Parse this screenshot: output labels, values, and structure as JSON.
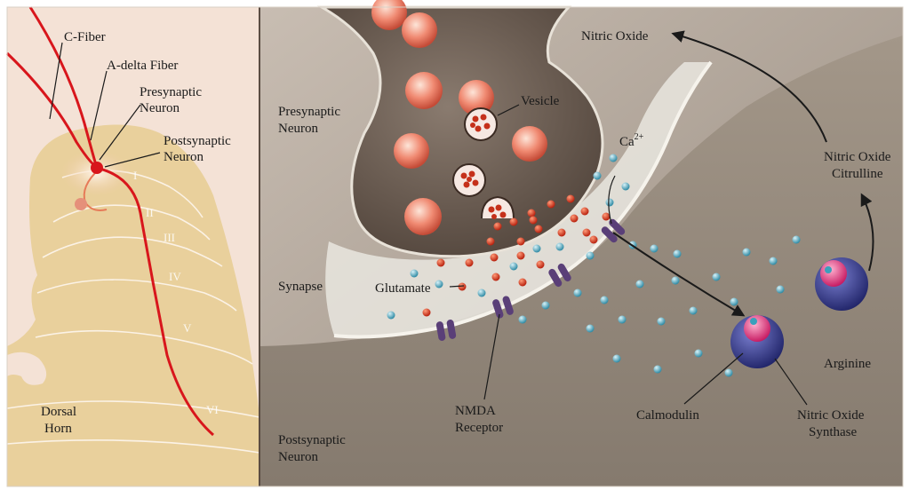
{
  "left_panel": {
    "c_fiber": "C-Fiber",
    "a_delta_fiber": "A-delta Fiber",
    "presynaptic_neuron_1": "Presynaptic",
    "presynaptic_neuron_2": "Neuron",
    "postsynaptic_neuron_1": "Postsynaptic",
    "postsynaptic_neuron_2": "Neuron",
    "laminae": [
      "I",
      "II",
      "III",
      "IV",
      "V",
      "VI"
    ],
    "dorsal_horn_1": "Dorsal",
    "dorsal_horn_2": "Horn"
  },
  "right_panel": {
    "presynaptic_neuron_1": "Presynaptic",
    "presynaptic_neuron_2": "Neuron",
    "vesicle": "Vesicle",
    "synapse": "Synapse",
    "glutamate": "Glutamate",
    "calcium_base": "Ca",
    "calcium_sup": "2+",
    "nitric_oxide": "Nitric Oxide",
    "no_citrulline_1": "Nitric Oxide",
    "no_citrulline_2": "Citrulline",
    "arginine": "Arginine",
    "nmda_1": "NMDA",
    "nmda_2": "Receptor",
    "calmodulin": "Calmodulin",
    "no_synthase_1": "Nitric Oxide",
    "no_synthase_2": "Synthase",
    "postsynaptic_neuron_1": "Postsynaptic",
    "postsynaptic_neuron_2": "Neuron"
  },
  "colors": {
    "left_bg": "#f4e2d6",
    "dorsal_horn": "#e9d09c",
    "fiber": "#d8161c",
    "right_bg": "#b2a69a",
    "presynaptic_terminal": "#6e5f54",
    "synaptic_cleft": "#e9e6df",
    "postsynaptic": "#9a8f83",
    "glutamate_dot": "#d23a1a",
    "calcium_dot": "#4aa8c0",
    "receptor": "#5a3f78",
    "enzyme_outer": "#3b3f8a",
    "enzyme_inner": "#e8337a"
  }
}
